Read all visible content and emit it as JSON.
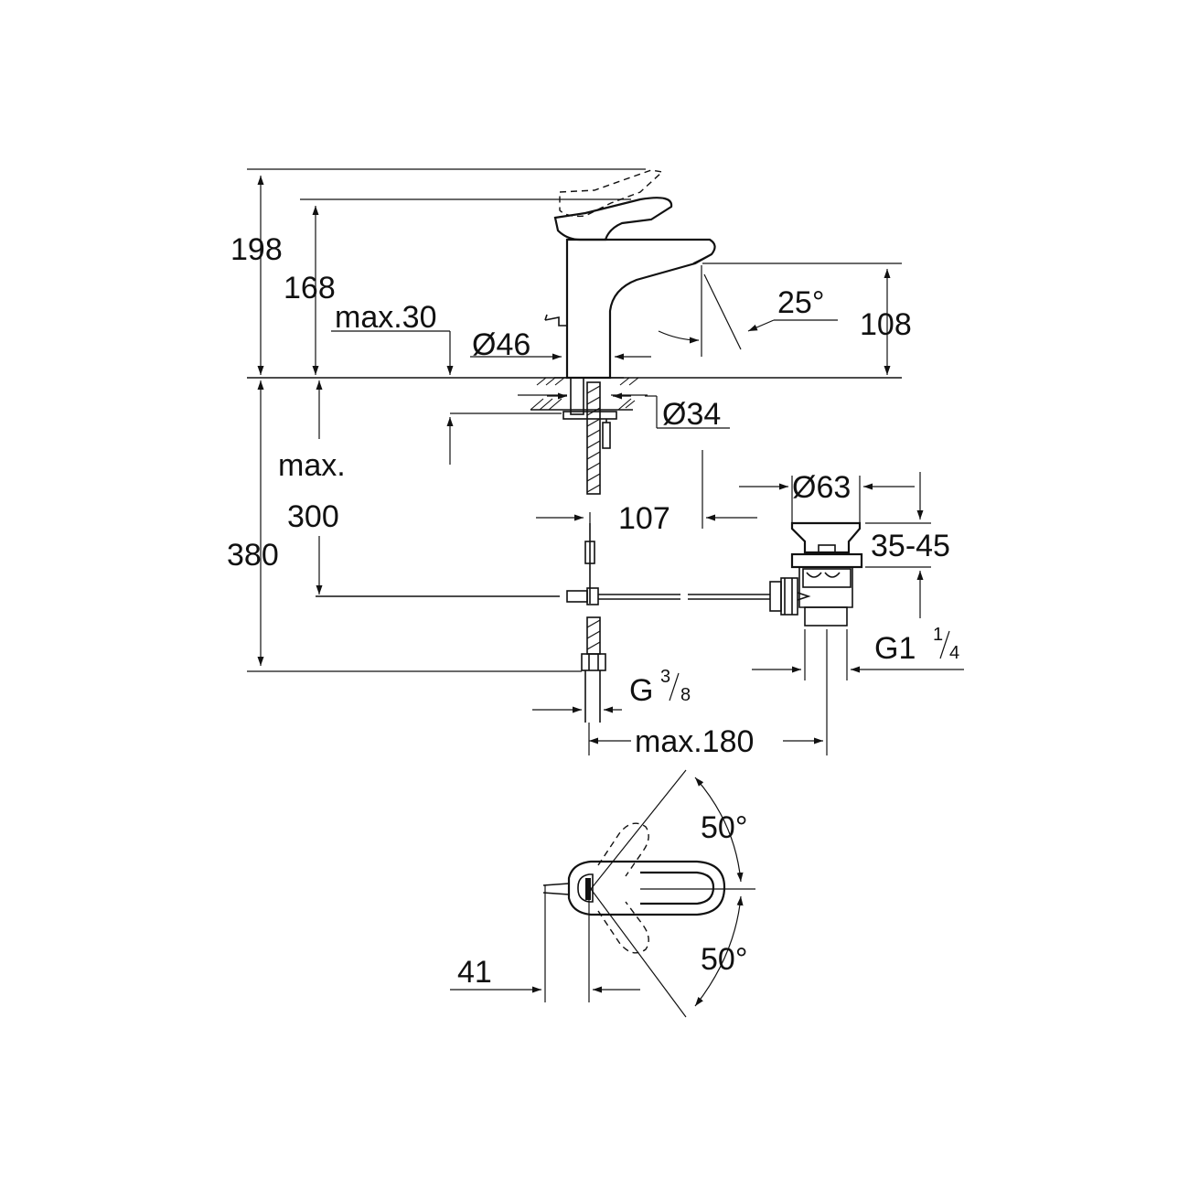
{
  "dimensions": {
    "h198": "198",
    "h168": "168",
    "max30": "max.30",
    "d46": "Ø46",
    "angle25": "25°",
    "h108": "108",
    "d34": "Ø34",
    "max_word": "max.",
    "v300": "300",
    "h380": "380",
    "w107": "107",
    "d63": "Ø63",
    "r35_45": "35-45",
    "g114_main": "G1",
    "g114_num": "1",
    "g114_den": "4",
    "g38_main": "G",
    "g38_num": "3",
    "g38_den": "8",
    "max180": "max.180",
    "angle50_top": "50°",
    "angle50_bottom": "50°",
    "w41": "41"
  }
}
